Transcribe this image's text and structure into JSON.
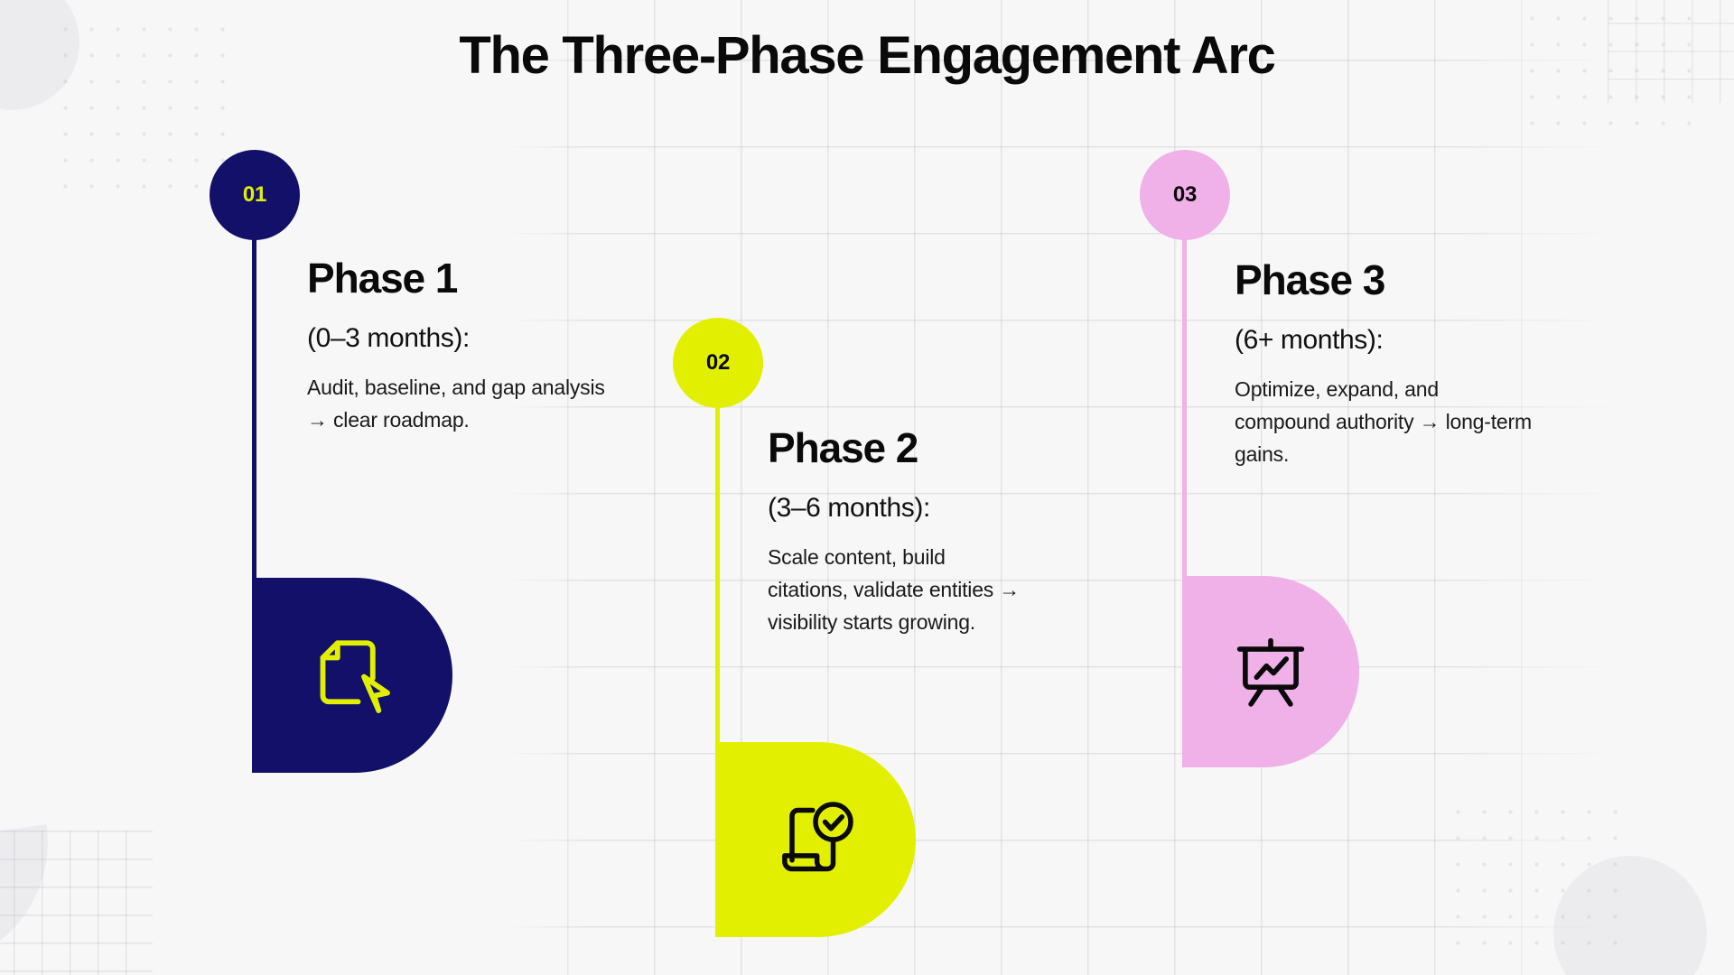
{
  "title": "The Three-Phase Engagement Arc",
  "colors": {
    "background": "#f7f7f7",
    "navy": "#121068",
    "lime": "#e2f000",
    "pink": "#f0b0e8",
    "ink": "#0a0a0a"
  },
  "phases": [
    {
      "number": "01",
      "name": "Phase 1",
      "range": "(0–3 months):",
      "description": "Audit, baseline, and gap analysis → clear roadmap.",
      "icon": "document-cursor-icon",
      "badge_bg": "#121068",
      "badge_fg": "#e2f000",
      "stem_color": "#121068",
      "blob_bg": "#121068",
      "icon_color": "#e2f000"
    },
    {
      "number": "02",
      "name": "Phase 2",
      "range": "(3–6 months):",
      "description": "Scale content, build citations, validate entities → visibility starts growing.",
      "icon": "document-check-icon",
      "badge_bg": "#e2f000",
      "badge_fg": "#0a0a0a",
      "stem_color": "#e2f000",
      "blob_bg": "#e2f000",
      "icon_color": "#0a0a0a"
    },
    {
      "number": "03",
      "name": "Phase 3",
      "range": "(6+ months):",
      "description": "Optimize, expand, and compound authority → long-term gains.",
      "icon": "presentation-chart-icon",
      "badge_bg": "#f0b0e8",
      "badge_fg": "#0a0a0a",
      "stem_color": "#f0b0e8",
      "blob_bg": "#f0b0e8",
      "icon_color": "#0a0a0a"
    }
  ]
}
